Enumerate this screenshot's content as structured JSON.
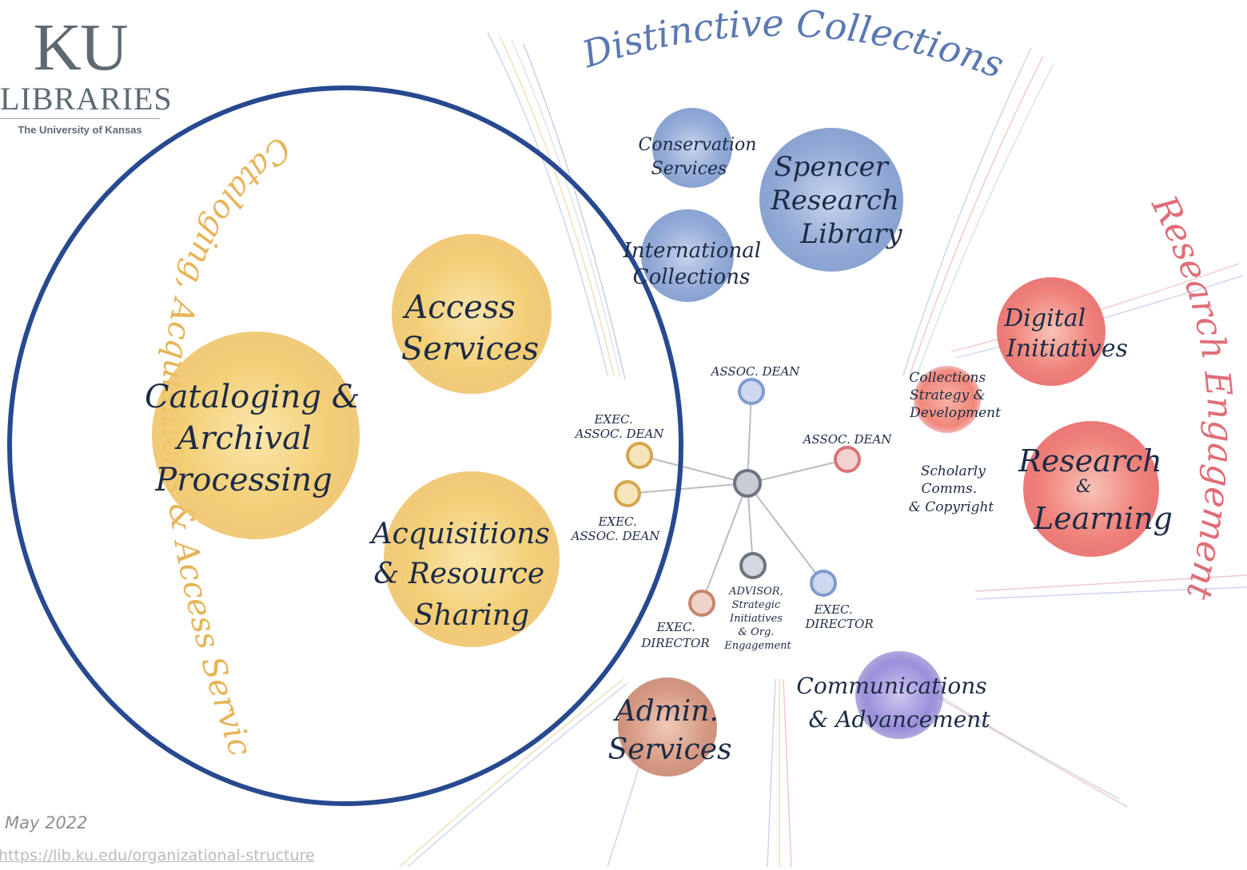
{
  "logo": {
    "ku": "KU",
    "libraries": "LIBRARIES",
    "university": "The University of Kansas"
  },
  "footer": {
    "date": "May 2022",
    "url": "https://lib.ku.edu/organizational-structure"
  },
  "arcs": {
    "distinctive": "Distinctive Collections",
    "research": "Research Engagement",
    "cataloging": "Cataloging, Acquisitions & Access Services"
  },
  "units": {
    "cataloging": [
      "Cataloging &",
      "Archival",
      "Processing"
    ],
    "access": [
      "Access",
      "Services"
    ],
    "acquisitions": [
      "Acquisitions",
      "& Resource",
      "Sharing"
    ],
    "conservation": [
      "Conservation",
      "Services"
    ],
    "spencer": [
      "Spencer",
      "Research",
      "Library"
    ],
    "international": [
      "International",
      "Collections"
    ],
    "digital": [
      "Digital",
      "Initiatives"
    ],
    "collections_strategy": [
      "Collections",
      "Strategy &",
      "Development"
    ],
    "scholarly": [
      "Scholarly",
      "Comms.",
      "& Copyright"
    ],
    "research_learning": [
      "Research",
      "&",
      "Learning"
    ],
    "admin": [
      "Admin.",
      "Services"
    ],
    "communications": [
      "Communications",
      "& Advancement"
    ]
  },
  "roles": {
    "assoc_dean_top": [
      "ASSOC. DEAN"
    ],
    "assoc_dean_right": [
      "ASSOC. DEAN"
    ],
    "exec_assoc_dean_1": [
      "EXEC.",
      "ASSOC. DEAN"
    ],
    "exec_assoc_dean_2": [
      "EXEC.",
      "ASSOC. DEAN"
    ],
    "exec_director_left": [
      "EXEC.",
      "DIRECTOR"
    ],
    "exec_director_right": [
      "EXEC.",
      "DIRECTOR"
    ],
    "advisor": [
      "ADVISOR,",
      "Strategic",
      "Initiatives",
      "& Org.",
      "Engagement"
    ]
  },
  "colors": {
    "gold": "#f0c866",
    "blue": "#7f9ccf",
    "red": "#ee6e66",
    "tan": "#cf8f77",
    "ink": "#1d2b45",
    "ring": "#27498f",
    "arc_gold": "#e7b458",
    "arc_blue": "#5b78b4",
    "arc_red": "#e06d78"
  }
}
